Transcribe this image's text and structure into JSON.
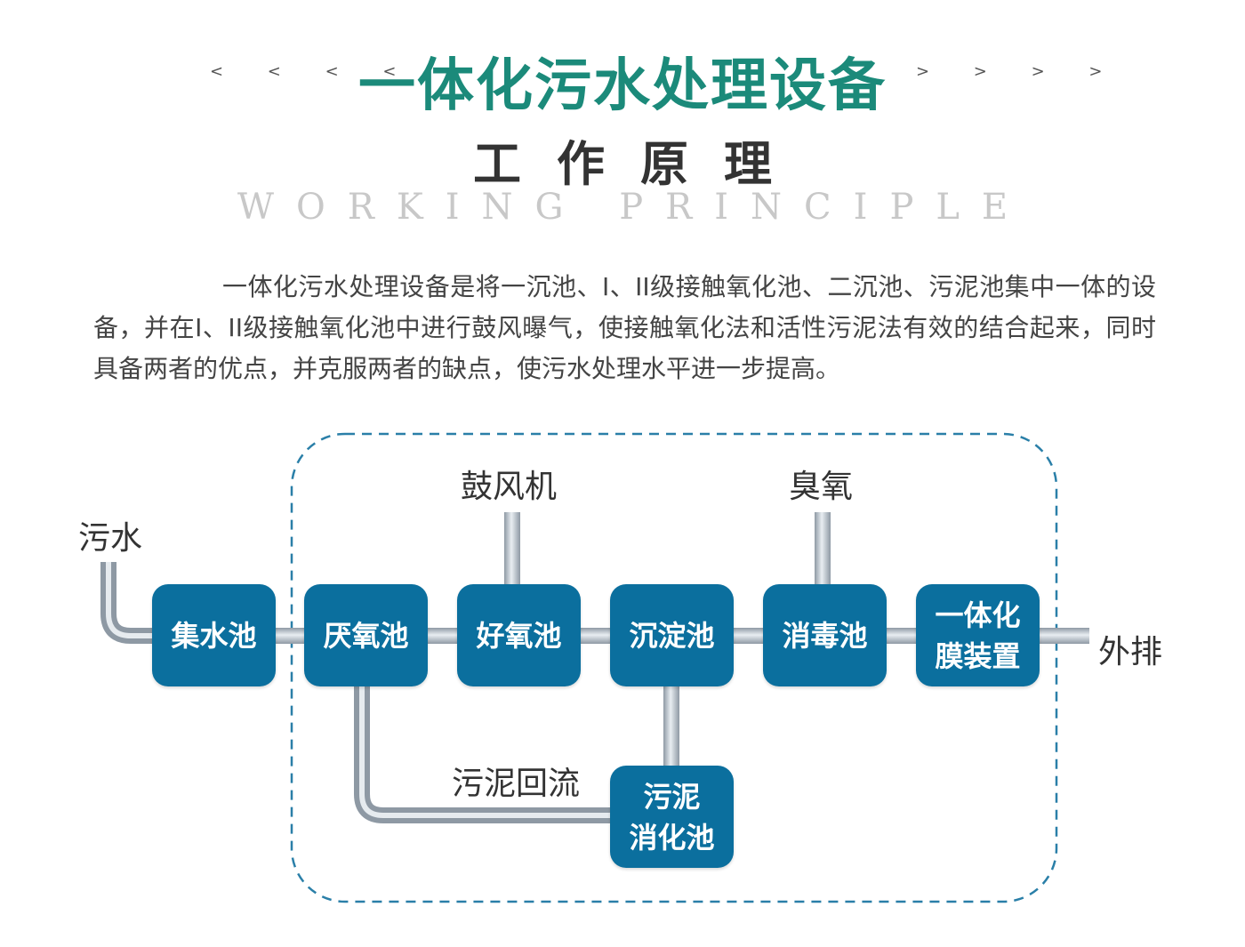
{
  "header": {
    "left_chevrons": "< < < <",
    "title": "一体化污水处理设备",
    "right_chevrons": "> > > >",
    "subtitle": "工作原理",
    "english": "WORKING PRINCIPLE"
  },
  "description": "一体化污水处理设备是将一沉池、I、II级接触氧化池、二沉池、污泥池集中一体的设备，并在I、II级接触氧化池中进行鼓风曝气，使接触氧化法和活性污泥法有效的结合起来，同时具备两者的优点，并克服两者的缺点，使污水处理水平进一步提高。",
  "diagram": {
    "inputs": {
      "sewage": "污水",
      "blower": "鼓风机",
      "ozone": "臭氧",
      "sludge_return": "污泥回流",
      "discharge": "外排"
    },
    "units": {
      "collection": "集水池",
      "anaerobic": "厌氧池",
      "aerobic": "好氧池",
      "sedimentation": "沉淀池",
      "disinfection": "消毒池",
      "membrane_line1": "一体化",
      "membrane_line2": "膜装置",
      "sludge_line1": "污泥",
      "sludge_line2": "消化池"
    },
    "colors": {
      "box": "#0b6f9e",
      "pipe": "#a7b1bb",
      "dashed_border": "#2a7fa8",
      "title": "#1b8a7a"
    }
  }
}
